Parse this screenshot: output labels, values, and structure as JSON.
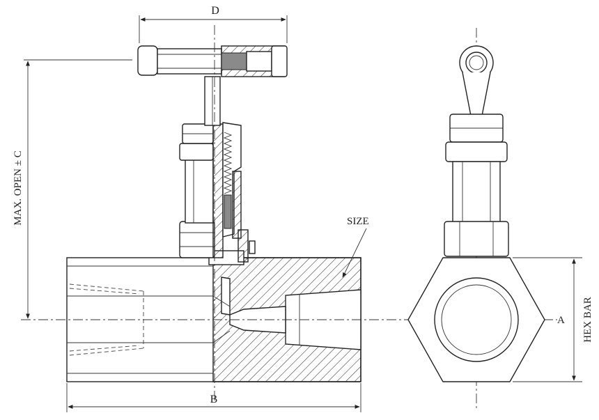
{
  "labels": {
    "d": "D",
    "max_open": "MAX. OPEN ± C",
    "size": "SIZE",
    "b": "B",
    "a": "A",
    "hex_bar": "HEX BAR"
  }
}
